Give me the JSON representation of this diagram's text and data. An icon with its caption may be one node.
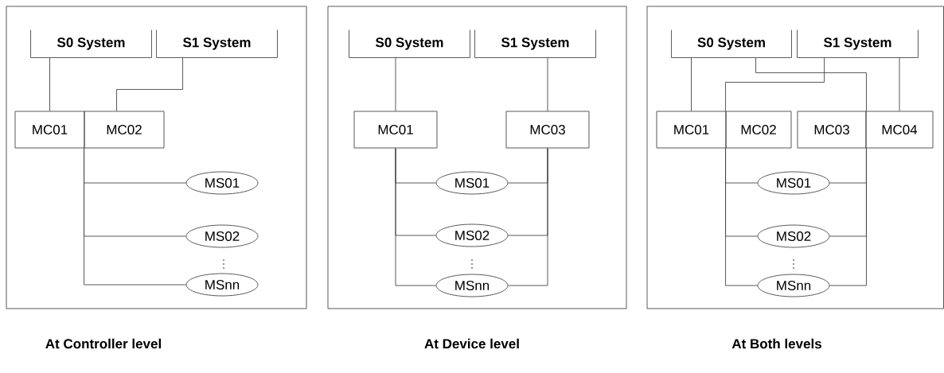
{
  "diagram": {
    "nodes": [
      {
        "text": [
          "At Controller level"
        ]
      },
      {
        "text": [
          "S0 System"
        ],
        "in": 0
      },
      {
        "text": [
          "S1 System"
        ],
        "in": 0
      },
      {
        "text": [
          "MC01"
        ],
        "in": 0
      },
      {
        "text": [
          "MC02"
        ],
        "in": 0
      },
      {
        "text": [
          "MS01"
        ],
        "in": 0
      },
      {
        "text": [
          "MS02"
        ],
        "in": 0
      },
      {
        "text": [
          "MSnn"
        ],
        "in": 0
      },
      {
        "text": [
          "At Device level"
        ]
      },
      {
        "text": [
          "S0 System"
        ],
        "in": 8
      },
      {
        "text": [
          "S1 System"
        ],
        "in": 8
      },
      {
        "text": [
          "MC01"
        ],
        "in": 8
      },
      {
        "text": [
          "MC03"
        ],
        "in": 8
      },
      {
        "text": [
          "MS01"
        ],
        "in": 8
      },
      {
        "text": [
          "MS02"
        ],
        "in": 8
      },
      {
        "text": [
          "MSnn"
        ],
        "in": 8
      },
      {
        "text": [
          "At Both levels"
        ]
      },
      {
        "text": [
          "S0 System"
        ],
        "in": 16
      },
      {
        "text": [
          "S1 System"
        ],
        "in": 16
      },
      {
        "text": [
          "MC01"
        ],
        "in": 16
      },
      {
        "text": [
          "MC02"
        ],
        "in": 16
      },
      {
        "text": [
          "MC03"
        ],
        "in": 16
      },
      {
        "text": [
          "MC04"
        ],
        "in": 16
      },
      {
        "text": [
          "MS01"
        ],
        "in": 16
      },
      {
        "text": [
          "MS02"
        ],
        "in": 16
      },
      {
        "text": [
          "MSnn"
        ],
        "in": 16
      }
    ],
    "edges": [
      {
        "from": 1,
        "to": 3,
        "arrow": "none"
      },
      {
        "from": 2,
        "to": 4,
        "arrow": "none"
      },
      {
        "from": 4,
        "to": 5,
        "arrow": "none"
      },
      {
        "from": 4,
        "to": 6,
        "arrow": "none"
      },
      {
        "from": 4,
        "to": 7,
        "arrow": "none"
      },
      {
        "from": 9,
        "to": 11,
        "arrow": "none"
      },
      {
        "from": 10,
        "to": 12,
        "arrow": "none"
      },
      {
        "from": 11,
        "to": 13,
        "arrow": "none"
      },
      {
        "from": 11,
        "to": 14,
        "arrow": "none"
      },
      {
        "from": 11,
        "to": 15,
        "arrow": "none"
      },
      {
        "from": 12,
        "to": 13,
        "arrow": "none"
      },
      {
        "from": 12,
        "to": 14,
        "arrow": "none"
      },
      {
        "from": 12,
        "to": 15,
        "arrow": "none"
      },
      {
        "from": 17,
        "to": 19,
        "arrow": "none"
      },
      {
        "from": 17,
        "to": 21,
        "arrow": "none"
      },
      {
        "from": 18,
        "to": 20,
        "arrow": "none"
      },
      {
        "from": 18,
        "to": 22,
        "arrow": "none"
      },
      {
        "from": 20,
        "to": 23,
        "arrow": "none"
      },
      {
        "from": 20,
        "to": 24,
        "arrow": "none"
      },
      {
        "from": 20,
        "to": 25,
        "arrow": "none"
      },
      {
        "from": 21,
        "to": 23,
        "arrow": "none"
      },
      {
        "from": 21,
        "to": 24,
        "arrow": "none"
      },
      {
        "from": 21,
        "to": 25,
        "arrow": "none"
      }
    ]
  }
}
